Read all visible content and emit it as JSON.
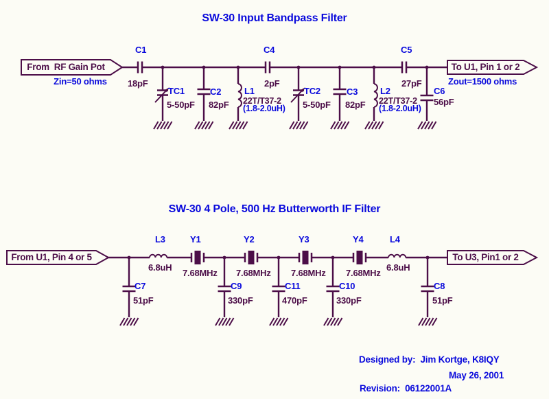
{
  "colors": {
    "ink": "#4c0e48",
    "blue": "#0a0adc",
    "background": "#fcfcf5"
  },
  "top_circuit": {
    "title": "SW-30 Input Bandpass Filter",
    "input_tag": "From  RF Gain Pot",
    "input_note": "Zin=50 ohms",
    "output_tag": "To U1, Pin 1 or 2",
    "output_note": "Zout=1500 ohms",
    "c1": {
      "ref": "C1",
      "value": "18pF"
    },
    "c4": {
      "ref": "C4",
      "value": "2pF"
    },
    "c5": {
      "ref": "C5",
      "value": "27pF"
    },
    "tc1": {
      "ref": "TC1",
      "value": "5-50pF"
    },
    "c2": {
      "ref": "C2",
      "value": "82pF"
    },
    "l1": {
      "ref": "L1",
      "value": "22T/T37-2",
      "note": "(1.8-2.0uH)"
    },
    "tc2": {
      "ref": "TC2",
      "value": "5-50pF"
    },
    "c3": {
      "ref": "C3",
      "value": "82pF"
    },
    "l2": {
      "ref": "L2",
      "value": "22T/T37-2",
      "note": "(1.8-2.0uH)"
    },
    "c6": {
      "ref": "C6",
      "value": "56pF"
    }
  },
  "bottom_circuit": {
    "title": "SW-30 4 Pole, 500 Hz Butterworth IF Filter",
    "input_tag": "From U1, Pin 4 or 5",
    "output_tag": "To U3, Pin1 or 2",
    "c7": {
      "ref": "C7",
      "value": "51pF"
    },
    "l3": {
      "ref": "L3",
      "value": "6.8uH"
    },
    "y1": {
      "ref": "Y1",
      "value": "7.68MHz"
    },
    "c9": {
      "ref": "C9",
      "value": "330pF"
    },
    "y2": {
      "ref": "Y2",
      "value": "7.68MHz"
    },
    "c11": {
      "ref": "C11",
      "value": "470pF"
    },
    "y3": {
      "ref": "Y3",
      "value": "7.68MHz"
    },
    "c10": {
      "ref": "C10",
      "value": "330pF"
    },
    "y4": {
      "ref": "Y4",
      "value": "7.68MHz"
    },
    "l4": {
      "ref": "L4",
      "value": "6.8uH"
    },
    "c8": {
      "ref": "C8",
      "value": "51pF"
    }
  },
  "credits": {
    "designed_by": "Designed by:  Jim Kortge, K8IQY",
    "date": "May 26, 2001",
    "revision": "Revision:  06122001A"
  }
}
